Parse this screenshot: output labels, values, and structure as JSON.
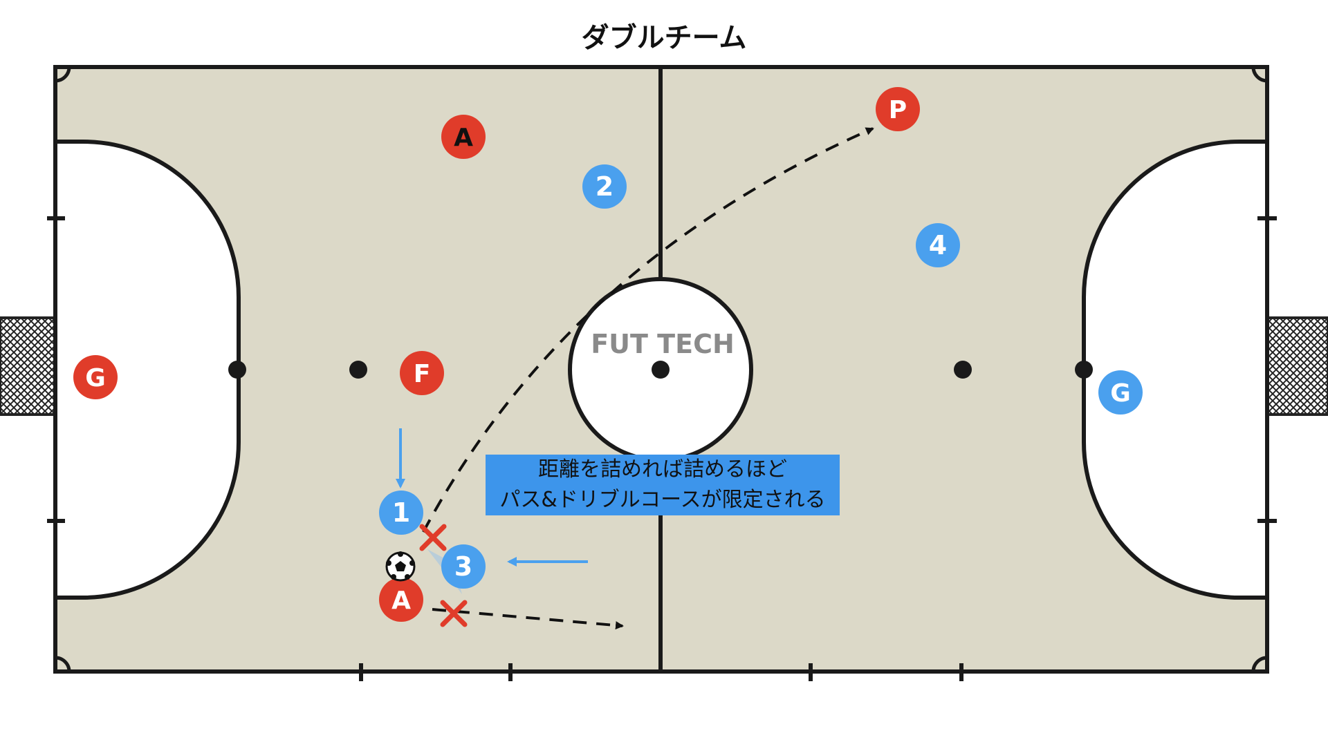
{
  "title": "ダブルチーム",
  "watermark": "FUT TECH",
  "callout": {
    "line1": "距離を詰めれば詰めるほど",
    "line2": "パス&ドリブルコースが限定される"
  },
  "colors": {
    "court": "#dcd9c8",
    "lines": "#1a1a1a",
    "red_team": "#e03c2a",
    "blue_team": "#4aa0ee",
    "callout_bg": "#3d95eb",
    "cross": "#e03c2a"
  },
  "players": {
    "red_a_top": "A",
    "red_g": "G",
    "red_f": "F",
    "red_a_bottom": "A",
    "red_p": "P",
    "blue_1": "1",
    "blue_2": "2",
    "blue_3": "3",
    "blue_4": "4",
    "blue_g": "G"
  },
  "icons": [
    "soccer-ball-icon",
    "cross-mark-icon",
    "arrow-icon"
  ]
}
